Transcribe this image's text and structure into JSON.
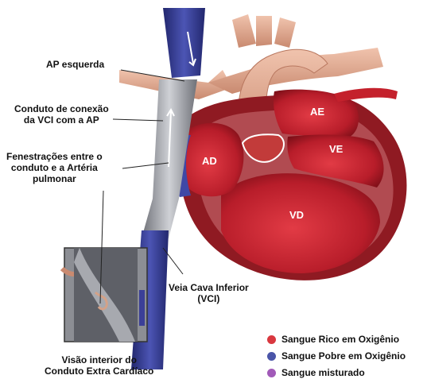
{
  "labels": {
    "ap_esquerda": "AP esquerda",
    "conduto_line1": "Conduto de conexão",
    "conduto_line2": "da VCI com a AP",
    "fenestracoes_line1": "Fenestrações entre o",
    "fenestracoes_line2": "conduto e a Artéria",
    "fenestracoes_line3": "pulmonar",
    "veia_line1": "Veia Cava Inferior",
    "veia_line2": "(VCI)",
    "visao_line1": "Visão interior do",
    "visao_line2": "Conduto Extra Cardíaco"
  },
  "chambers": {
    "ae": "AE",
    "ad": "AD",
    "ve": "VE",
    "vd": "VD"
  },
  "legend": [
    {
      "label": "Sangue Rico em Oxigênio",
      "color": "#d9383f"
    },
    {
      "label": "Sangue Pobre em Oxigênio",
      "color": "#4a55a8"
    },
    {
      "label": "Sangue misturado",
      "color": "#a15ab8"
    }
  ],
  "colors": {
    "oxygen_rich": "#c4212c",
    "oxygen_poor": "#3b3f98",
    "conduit": "#9a9ca3",
    "vessel_beige": "#d9a48d"
  }
}
